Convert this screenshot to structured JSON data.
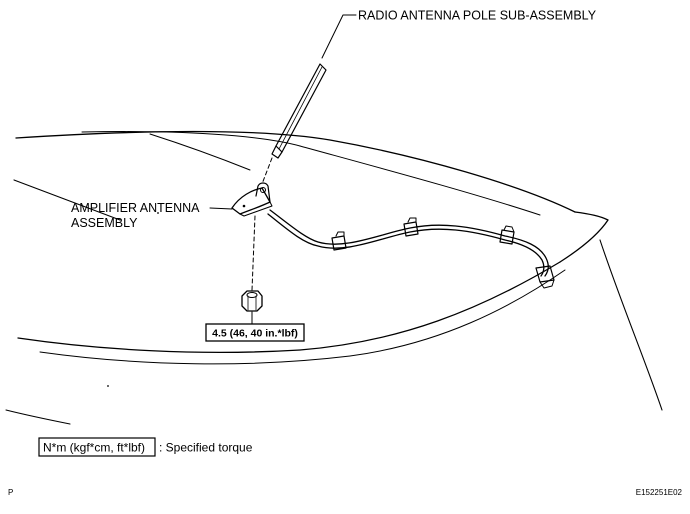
{
  "labels": {
    "pole": "RADIO ANTENNA POLE SUB-ASSEMBLY",
    "amplifier_line1": "AMPLIFIER ANTENNA",
    "amplifier_line2": "ASSEMBLY",
    "torque": "4.5 (46, 40 in.*lbf)",
    "legend_box": "N*m (kgf*cm, ft*lbf)",
    "legend_text": ": Specified torque",
    "corner_left": "P",
    "corner_right": "E152251E02"
  }
}
